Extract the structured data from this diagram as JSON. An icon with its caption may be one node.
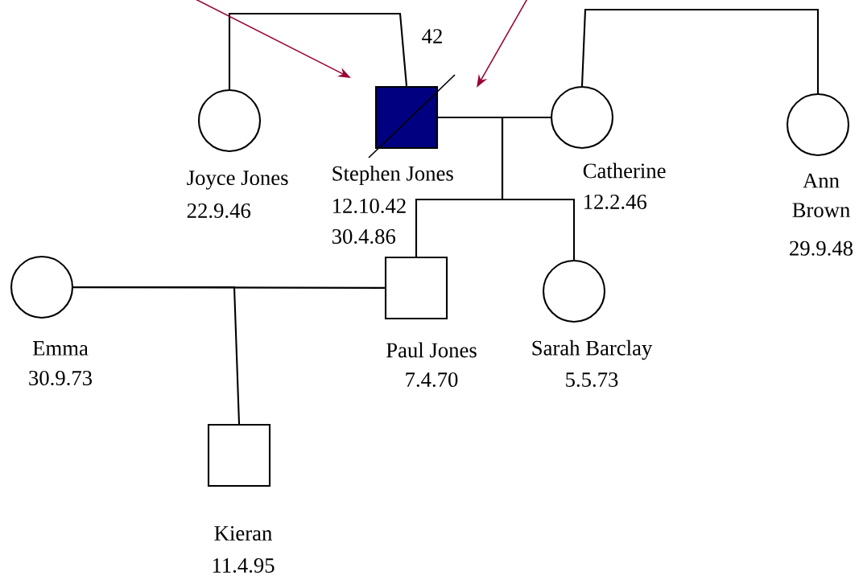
{
  "diagram": {
    "nodes": [
      {
        "text": [],
        "shape": "circle",
        "beside": [
          "Joyce Jones",
          "22.9.46"
        ]
      },
      {
        "text": [],
        "shape": "box",
        "beside": [
          "Stephen Jones",
          "12.10.42",
          "30.4.86"
        ]
      },
      {
        "text": [],
        "shape": "circle",
        "beside": [
          "Catherine",
          "12.2.46"
        ]
      },
      {
        "text": [],
        "shape": "circle",
        "beside": [
          "Ann Brown",
          "29.9.48"
        ]
      },
      {
        "text": [],
        "shape": "box",
        "beside": [
          "Paul Jones",
          "7.4.70"
        ]
      },
      {
        "text": [],
        "shape": "circle",
        "beside": [
          "Sarah Barclay",
          "5.5.73"
        ]
      },
      {
        "text": [],
        "shape": "circle",
        "beside": [
          "Emma",
          "30.9.73"
        ]
      },
      {
        "text": [],
        "shape": "box",
        "beside": [
          "Kieran",
          "11.4.95"
        ]
      }
    ],
    "edges": [
      {
        "from": 0,
        "to": 1,
        "arrow": "none"
      },
      {
        "from": 1,
        "to": 2,
        "arrow": "none"
      },
      {
        "from": 2,
        "to": 3,
        "arrow": "none"
      },
      {
        "from": 1,
        "to": 4,
        "arrow": "none"
      },
      {
        "from": 1,
        "to": 5,
        "arrow": "none"
      },
      {
        "from": 6,
        "to": 4,
        "arrow": "none"
      },
      {
        "from": 6,
        "to": 7,
        "arrow": "none"
      },
      {
        "from": null,
        "to": 1,
        "arrow": "to",
        "color": "#990033"
      },
      {
        "from": null,
        "to": 1,
        "arrow": "to",
        "color": "#990033"
      }
    ],
    "labels": [
      "42"
    ]
  }
}
